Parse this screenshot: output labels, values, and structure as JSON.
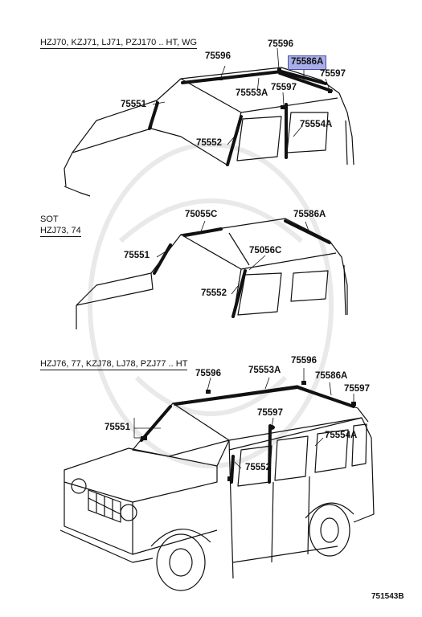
{
  "sections": [
    {
      "label": "HZJ70, KZJ71, LJ71, PZJ170 .. HT, WG"
    },
    {
      "label_line1": "SOT",
      "label_line2": "HZJ73, 74"
    },
    {
      "label": "HZJ76, 77, KZJ78, LJ78, PZJ77 .. HT"
    }
  ],
  "callouts": {
    "s1": [
      "75596",
      "75596",
      "75586A",
      "75597",
      "75553A",
      "75597",
      "75551",
      "75554A",
      "75552"
    ],
    "s2": [
      "75055C",
      "75586A",
      "75551",
      "75056C",
      "75552"
    ],
    "s3": [
      "75596",
      "75553A",
      "75596",
      "75586A",
      "75597",
      "75597",
      "75551",
      "75554A",
      "75552"
    ]
  },
  "highlight": {
    "part": "75586A",
    "color": "#a9aee8"
  },
  "figure_id": "751543B"
}
